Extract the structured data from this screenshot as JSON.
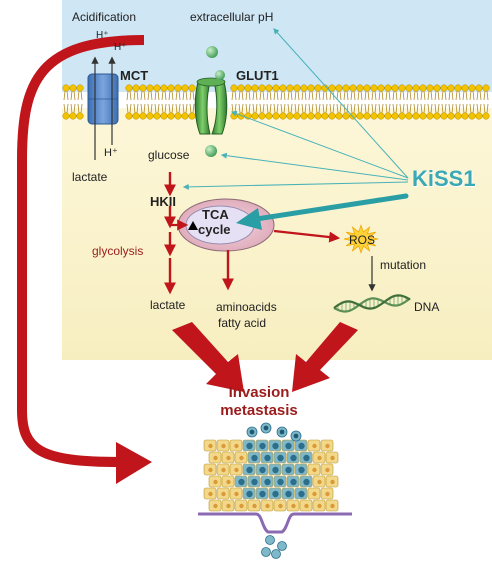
{
  "labels": {
    "acidification": "Acidification",
    "extracellular_ph": "extracellular pH",
    "h_plus": "H⁺",
    "mct": "MCT",
    "glut1": "GLUT1",
    "lactate_ext": "lactate",
    "glucose": "glucose",
    "hkii": "HKII",
    "tca": "TCA",
    "cycle": "cycle",
    "glycolysis": "glycolysis",
    "lactate_int": "lactate",
    "aminoacids": "aminoacids",
    "fatty_acid": "fatty acid",
    "ros": "ROS",
    "mutation": "mutation",
    "dna": "DNA",
    "kiss1": "KiSS1",
    "invasion": "Invasion",
    "metastasis": "metastasis"
  },
  "colors": {
    "extracellular_bg": "#cfe6f5",
    "cytoplasm_bg": "#fbf4cf",
    "red_arrow": "#c0151b",
    "teal": "#2a9ea5",
    "thin_teal": "#48b2b8",
    "membrane_head": "#f2c300",
    "mct_blue": "#4f82c4",
    "glut_green": "#3c8d3c",
    "mito": "#e9bccb",
    "dna_green": "#6a9a63",
    "ros_yellow": "#ffd23a"
  }
}
